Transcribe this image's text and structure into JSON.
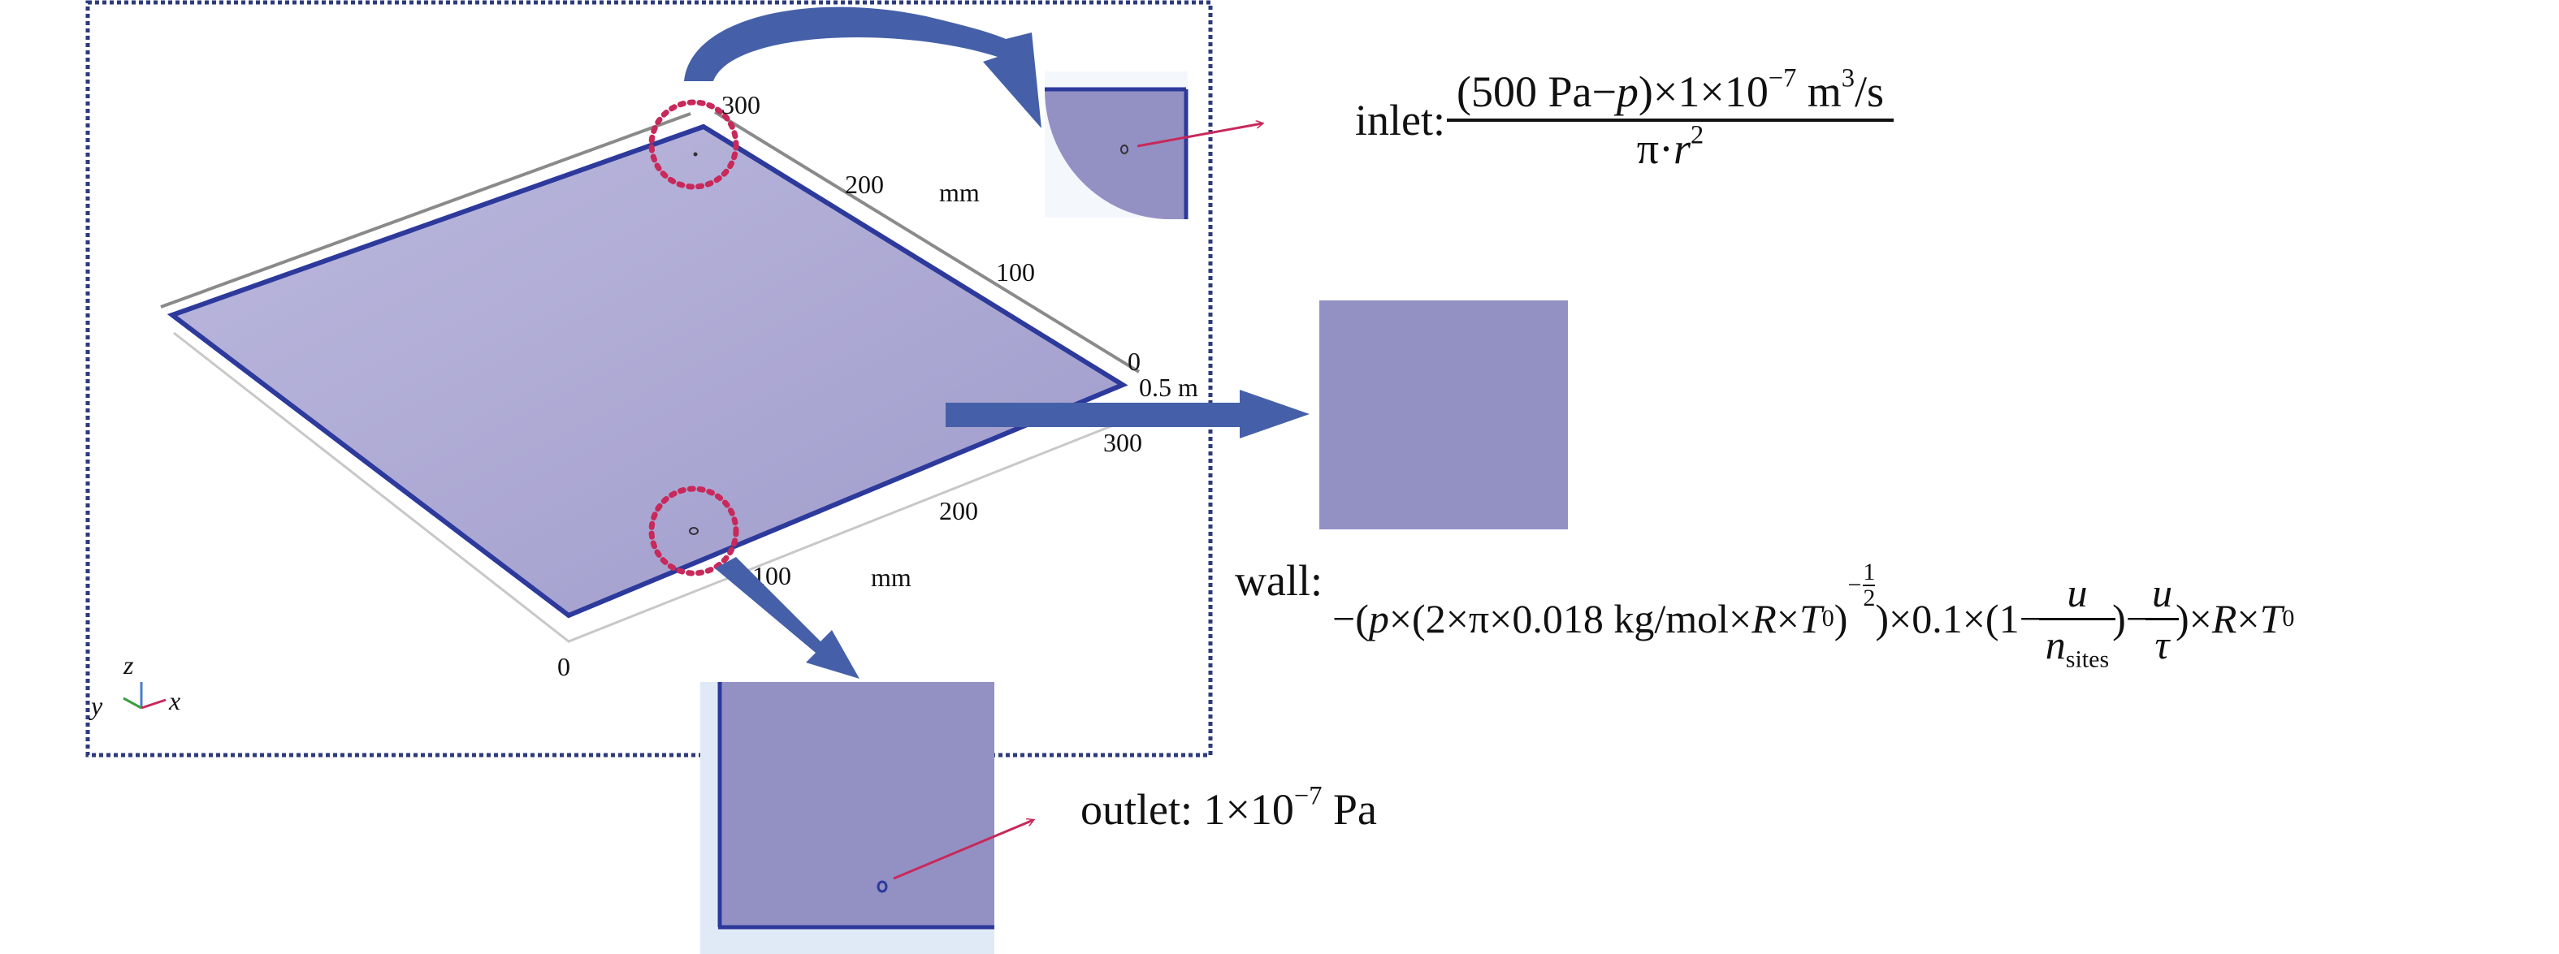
{
  "colors": {
    "plate": "#a9a6d2",
    "plate_edge": "#2d3a9c",
    "arrow": "#4560a8",
    "marker": "#c8295a",
    "frame": "#2d3a7c",
    "inset": "#9391c4",
    "inset_bg": "#dfeaf6"
  },
  "axes": {
    "back_labels": [
      "300",
      "200",
      "100",
      "0"
    ],
    "back_unit": "mm",
    "scale": "0.5 m",
    "front_labels": [
      "300",
      "200",
      "100",
      "0"
    ],
    "front_unit": "mm",
    "triad": {
      "z": "z",
      "y": "y",
      "x": "x"
    }
  },
  "inlet": {
    "label": "inlet:",
    "num_a": "(500 Pa−",
    "num_p": "p",
    "num_b": ")×1×10",
    "num_exp": "−7",
    "num_c": " m",
    "num_exp2": "3",
    "num_d": "/s",
    "den_a": "π·",
    "den_r": "r",
    "den_exp": "2"
  },
  "outlet": {
    "label": "outlet: 1×10",
    "exp": "−7",
    "unit": " Pa"
  },
  "wall": {
    "label": "wall:",
    "a": "−(",
    "p": "p",
    "b": "×(2×π×0.018 kg/mol×",
    "R": "R",
    "x1": "×",
    "T": "T",
    "sub0": "0",
    "paren": ")",
    "exp_sign": "−",
    "exp_num": "1",
    "exp_den": "2",
    "c": ")×0.1×(1−",
    "u": "u",
    "nsites_n": "n",
    "nsites_sub": "sites",
    "d": ")−",
    "tau": "τ",
    "e": ")×",
    "f": "×"
  }
}
